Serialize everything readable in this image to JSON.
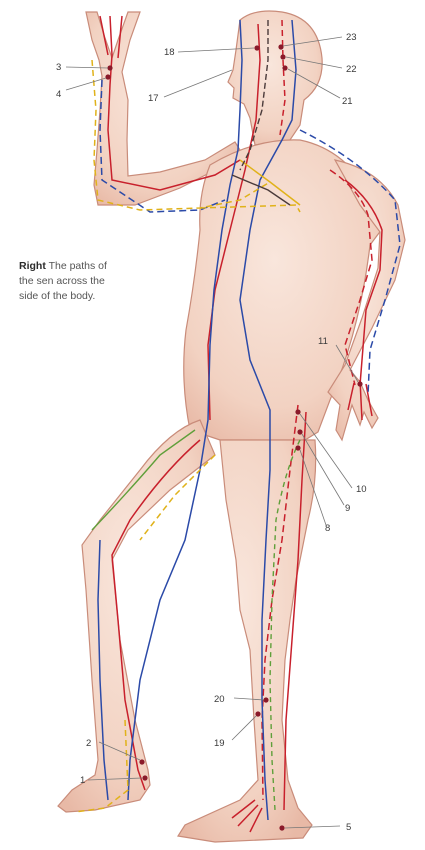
{
  "caption": {
    "bold": "Right",
    "text": "The paths of the sen across the side of the body."
  },
  "labels": {
    "l1": "1",
    "l2": "2",
    "l3": "3",
    "l4": "4",
    "l5": "5",
    "l8": "8",
    "l9": "9",
    "l10": "10",
    "l11": "11",
    "l17": "17",
    "l18": "18",
    "l19": "19",
    "l20": "20",
    "l21": "21",
    "l22": "22",
    "l23": "23"
  },
  "colors": {
    "skin": "#f6ddd0",
    "skin_shadow": "#e7b7a4",
    "outline": "#c98c7a",
    "red": "#c8202c",
    "blue": "#2b4aa8",
    "yellow": "#e0b21a",
    "green": "#5f9f3a",
    "dark": "#4a3a3a",
    "point": "#8a1a2a"
  }
}
